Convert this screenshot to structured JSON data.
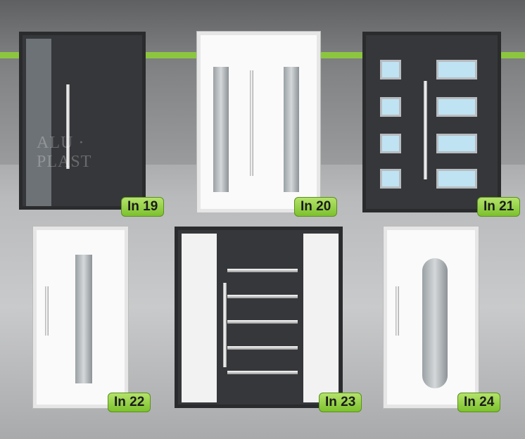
{
  "brand_watermark": "ALU-PLAST",
  "accent_color": "#8cc63f",
  "doors": [
    {
      "model": "In 19",
      "color": "anthracite"
    },
    {
      "model": "In 20",
      "color": "white"
    },
    {
      "model": "In 21",
      "color": "anthracite"
    },
    {
      "model": "In 22",
      "color": "white"
    },
    {
      "model": "In 23",
      "color": "anthracite"
    },
    {
      "model": "In 24",
      "color": "white"
    }
  ]
}
